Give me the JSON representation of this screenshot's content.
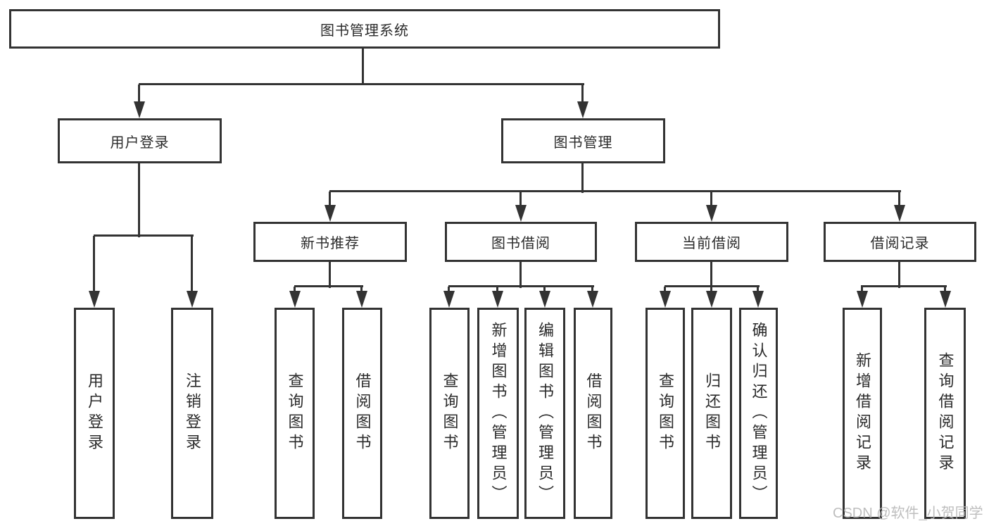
{
  "diagram": {
    "title": "图书管理系统",
    "root": {
      "label": "图书管理系统"
    },
    "level2": [
      {
        "id": "user-login",
        "label": "用户登录",
        "parent": "root"
      },
      {
        "id": "book-management",
        "label": "图书管理",
        "parent": "root"
      }
    ],
    "level3": [
      {
        "id": "new-book-recommend",
        "label": "新书推荐",
        "parent": "book-management"
      },
      {
        "id": "book-borrowing",
        "label": "图书借阅",
        "parent": "book-management"
      },
      {
        "id": "current-borrowing",
        "label": "当前借阅",
        "parent": "book-management"
      },
      {
        "id": "borrowing-records",
        "label": "借阅记录",
        "parent": "book-management"
      }
    ],
    "leaves": [
      {
        "label": "用户登录",
        "parent": "user-login"
      },
      {
        "label": "注销登录",
        "parent": "user-login"
      },
      {
        "label": "查询图书",
        "parent": "new-book-recommend"
      },
      {
        "label": "借阅图书",
        "parent": "new-book-recommend"
      },
      {
        "label": "查询图书",
        "parent": "book-borrowing"
      },
      {
        "label": "新增图书（管理员）",
        "parent": "book-borrowing"
      },
      {
        "label": "编辑图书（管理员）",
        "parent": "book-borrowing"
      },
      {
        "label": "借阅图书",
        "parent": "book-borrowing"
      },
      {
        "label": "查询图书",
        "parent": "current-borrowing"
      },
      {
        "label": "归还图书",
        "parent": "current-borrowing"
      },
      {
        "label": "确认归还（管理员）",
        "parent": "current-borrowing"
      },
      {
        "label": "新增借阅记录",
        "parent": "borrowing-records"
      },
      {
        "label": "查询借阅记录",
        "parent": "borrowing-records"
      }
    ],
    "colors": {
      "line": "#333333",
      "text": "#2b2b2b",
      "background": "#ffffff"
    }
  },
  "watermark": {
    "text": "CSDN @软件_小贺同学",
    "color": "#b8b8b8"
  }
}
